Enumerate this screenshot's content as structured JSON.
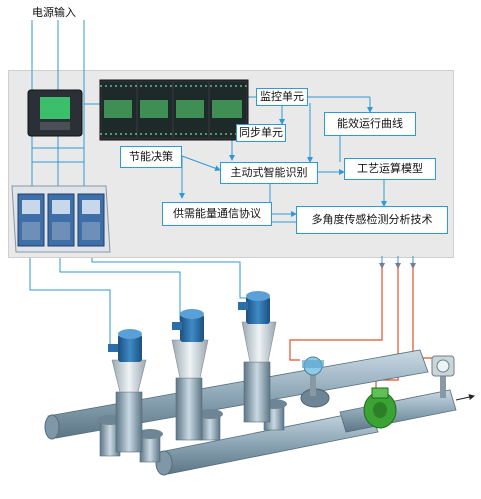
{
  "title": "电源输入",
  "blocks": {
    "monitor_unit": "监控单元",
    "sync_unit": "同步单元",
    "efficiency_curve": "能效运行曲线",
    "energy_decision": "节能决策",
    "active_recognition": "主动式智能识别",
    "process_model": "工艺运算模型",
    "supply_demand_protocol": "供需能量通信协议",
    "multi_angle_sensing": "多角度传感检测分析技术"
  },
  "colors": {
    "panel_bg": "#e9e9e9",
    "connector": "#2f9ad8",
    "signal_line": "#e0502a",
    "pipe": "#8fa8b8",
    "pump_motor": "#2c6fa8"
  },
  "icons": [
    "power-meter-icon",
    "plc-module-icon",
    "control-cabinet-icon",
    "pump-icon",
    "pressure-sensor-icon",
    "flow-meter-icon"
  ]
}
